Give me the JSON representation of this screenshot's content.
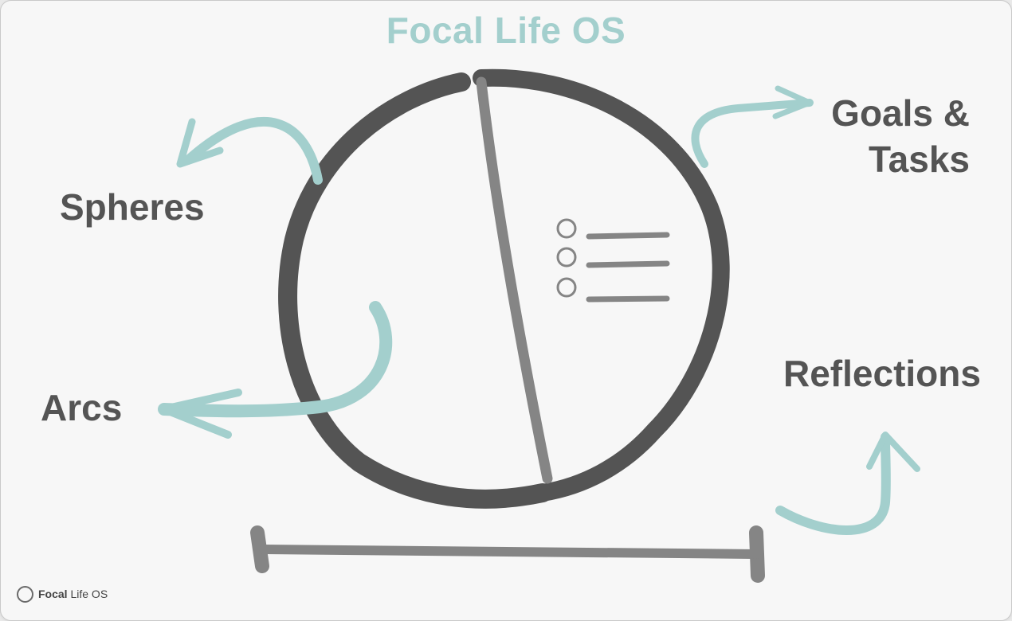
{
  "title": "Focal Life OS",
  "labels": {
    "spheres": "Spheres",
    "goals_line1": "Goals &",
    "goals_line2": "Tasks",
    "arcs": "Arcs",
    "reflections": "Reflections"
  },
  "footer": {
    "brand_strong": "Focal",
    "brand_rest": " Life OS"
  },
  "colors": {
    "accent": "#a3cfcd",
    "ink_dark": "#545454",
    "ink_mid": "#858585",
    "background": "#f7f7f7"
  }
}
